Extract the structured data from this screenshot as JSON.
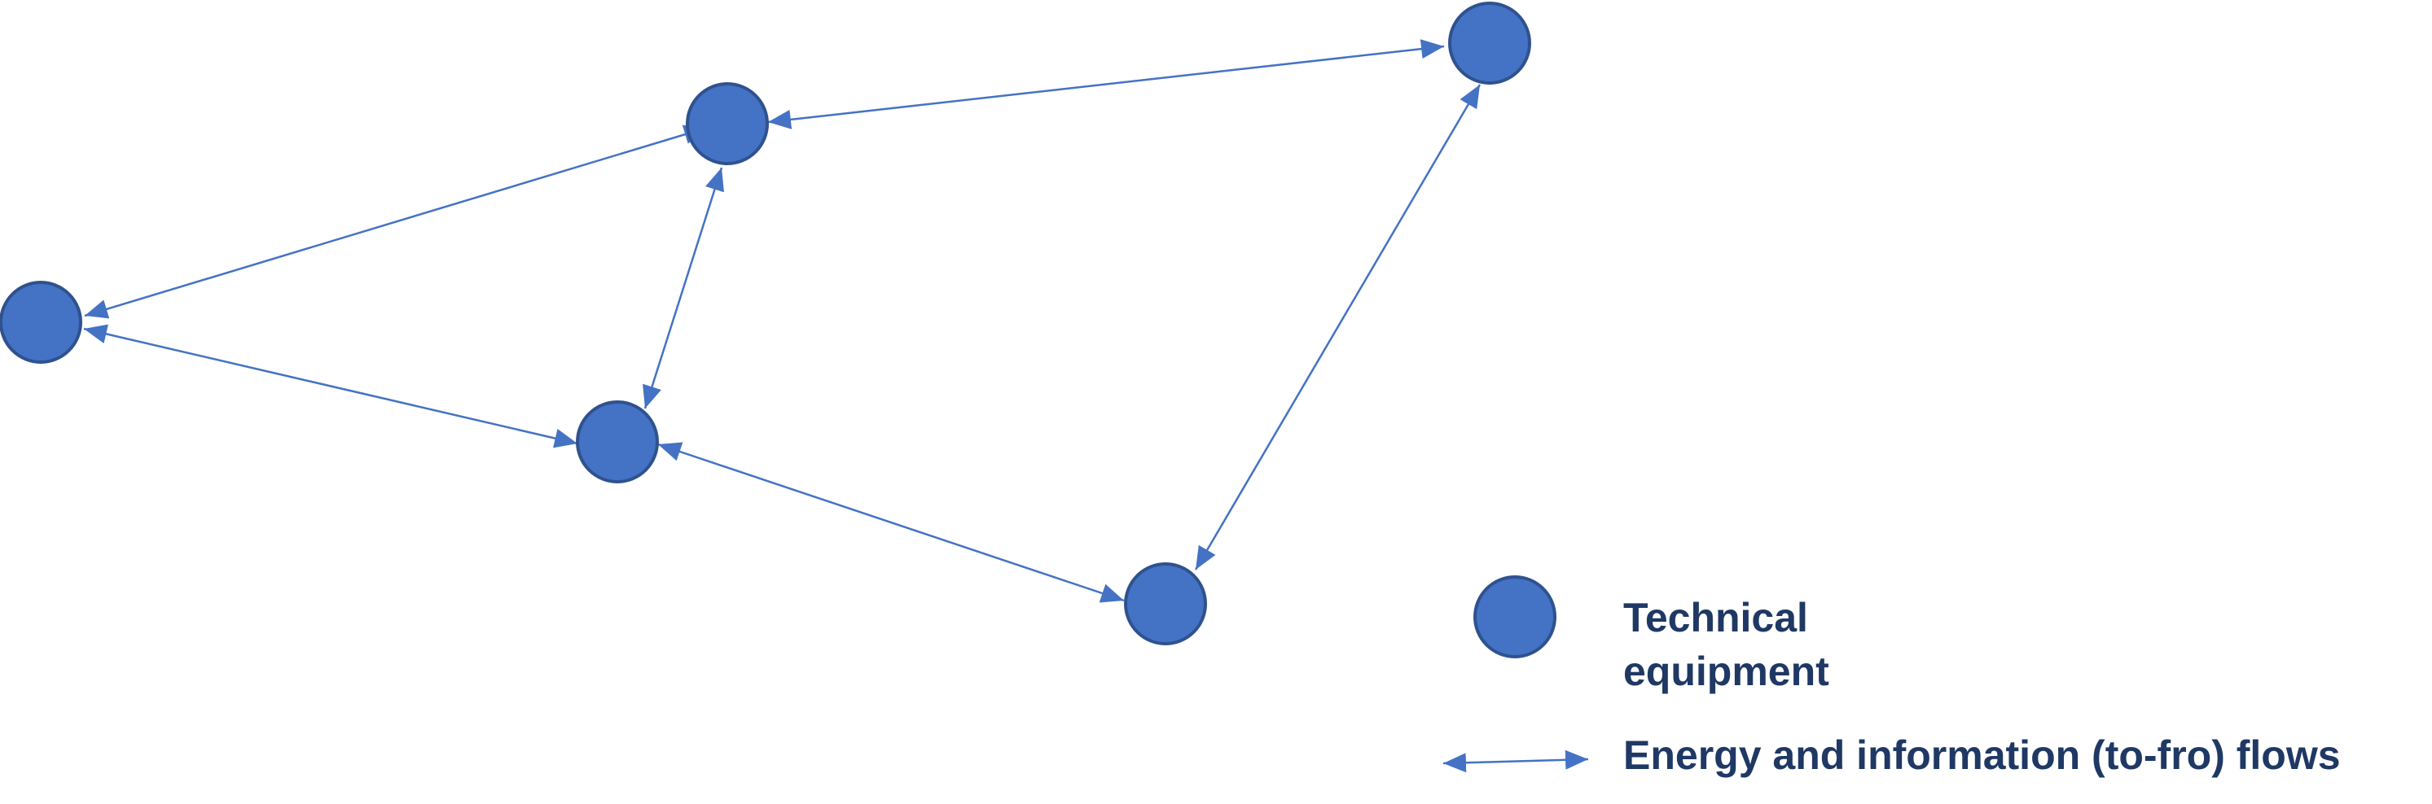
{
  "diagram": {
    "node_color": "#4472c4",
    "node_stroke": "#2f528f",
    "edge_color": "#4472c4",
    "text_color": "#1f3864",
    "edge_type": "bidirectional-arrow"
  },
  "legend": {
    "node_label_line1": "Technical",
    "node_label_line2": "equipment",
    "flow_label": "Energy and information (to-fro) flows"
  }
}
